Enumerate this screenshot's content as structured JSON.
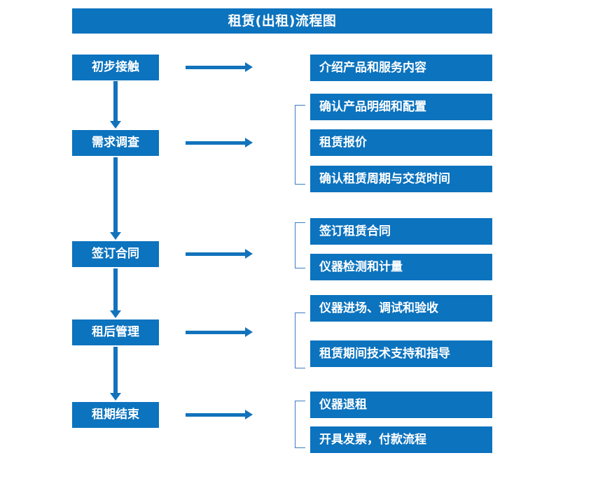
{
  "title": "租赁(出租)流程图",
  "theme": {
    "box_fill": "#0C73BE",
    "box_text": "#FFFFFF",
    "arrow_color": "#1273BC",
    "bracket_color": "#3D7CBE",
    "background": "#FFFFFF"
  },
  "stages": [
    {
      "id": "stage-1",
      "label": "初步接触"
    },
    {
      "id": "stage-2",
      "label": "需求调查"
    },
    {
      "id": "stage-3",
      "label": "签订合同"
    },
    {
      "id": "stage-4",
      "label": "租后管理"
    },
    {
      "id": "stage-5",
      "label": "租期结束"
    }
  ],
  "details": {
    "group1": [
      {
        "label": "介绍产品和服务内容"
      }
    ],
    "group2": [
      {
        "label": "确认产品明细和配置"
      },
      {
        "label": "租赁报价"
      },
      {
        "label": "确认租赁周期与交货时间"
      }
    ],
    "group3": [
      {
        "label": "签订租赁合同"
      },
      {
        "label": "仪器检测和计量"
      }
    ],
    "group4": [
      {
        "label": "仪器进场、调试和验收"
      },
      {
        "label": "租赁期间技术支持和指导"
      }
    ],
    "group5": [
      {
        "label": "仪器退租"
      },
      {
        "label": "开具发票，付款流程"
      }
    ]
  }
}
